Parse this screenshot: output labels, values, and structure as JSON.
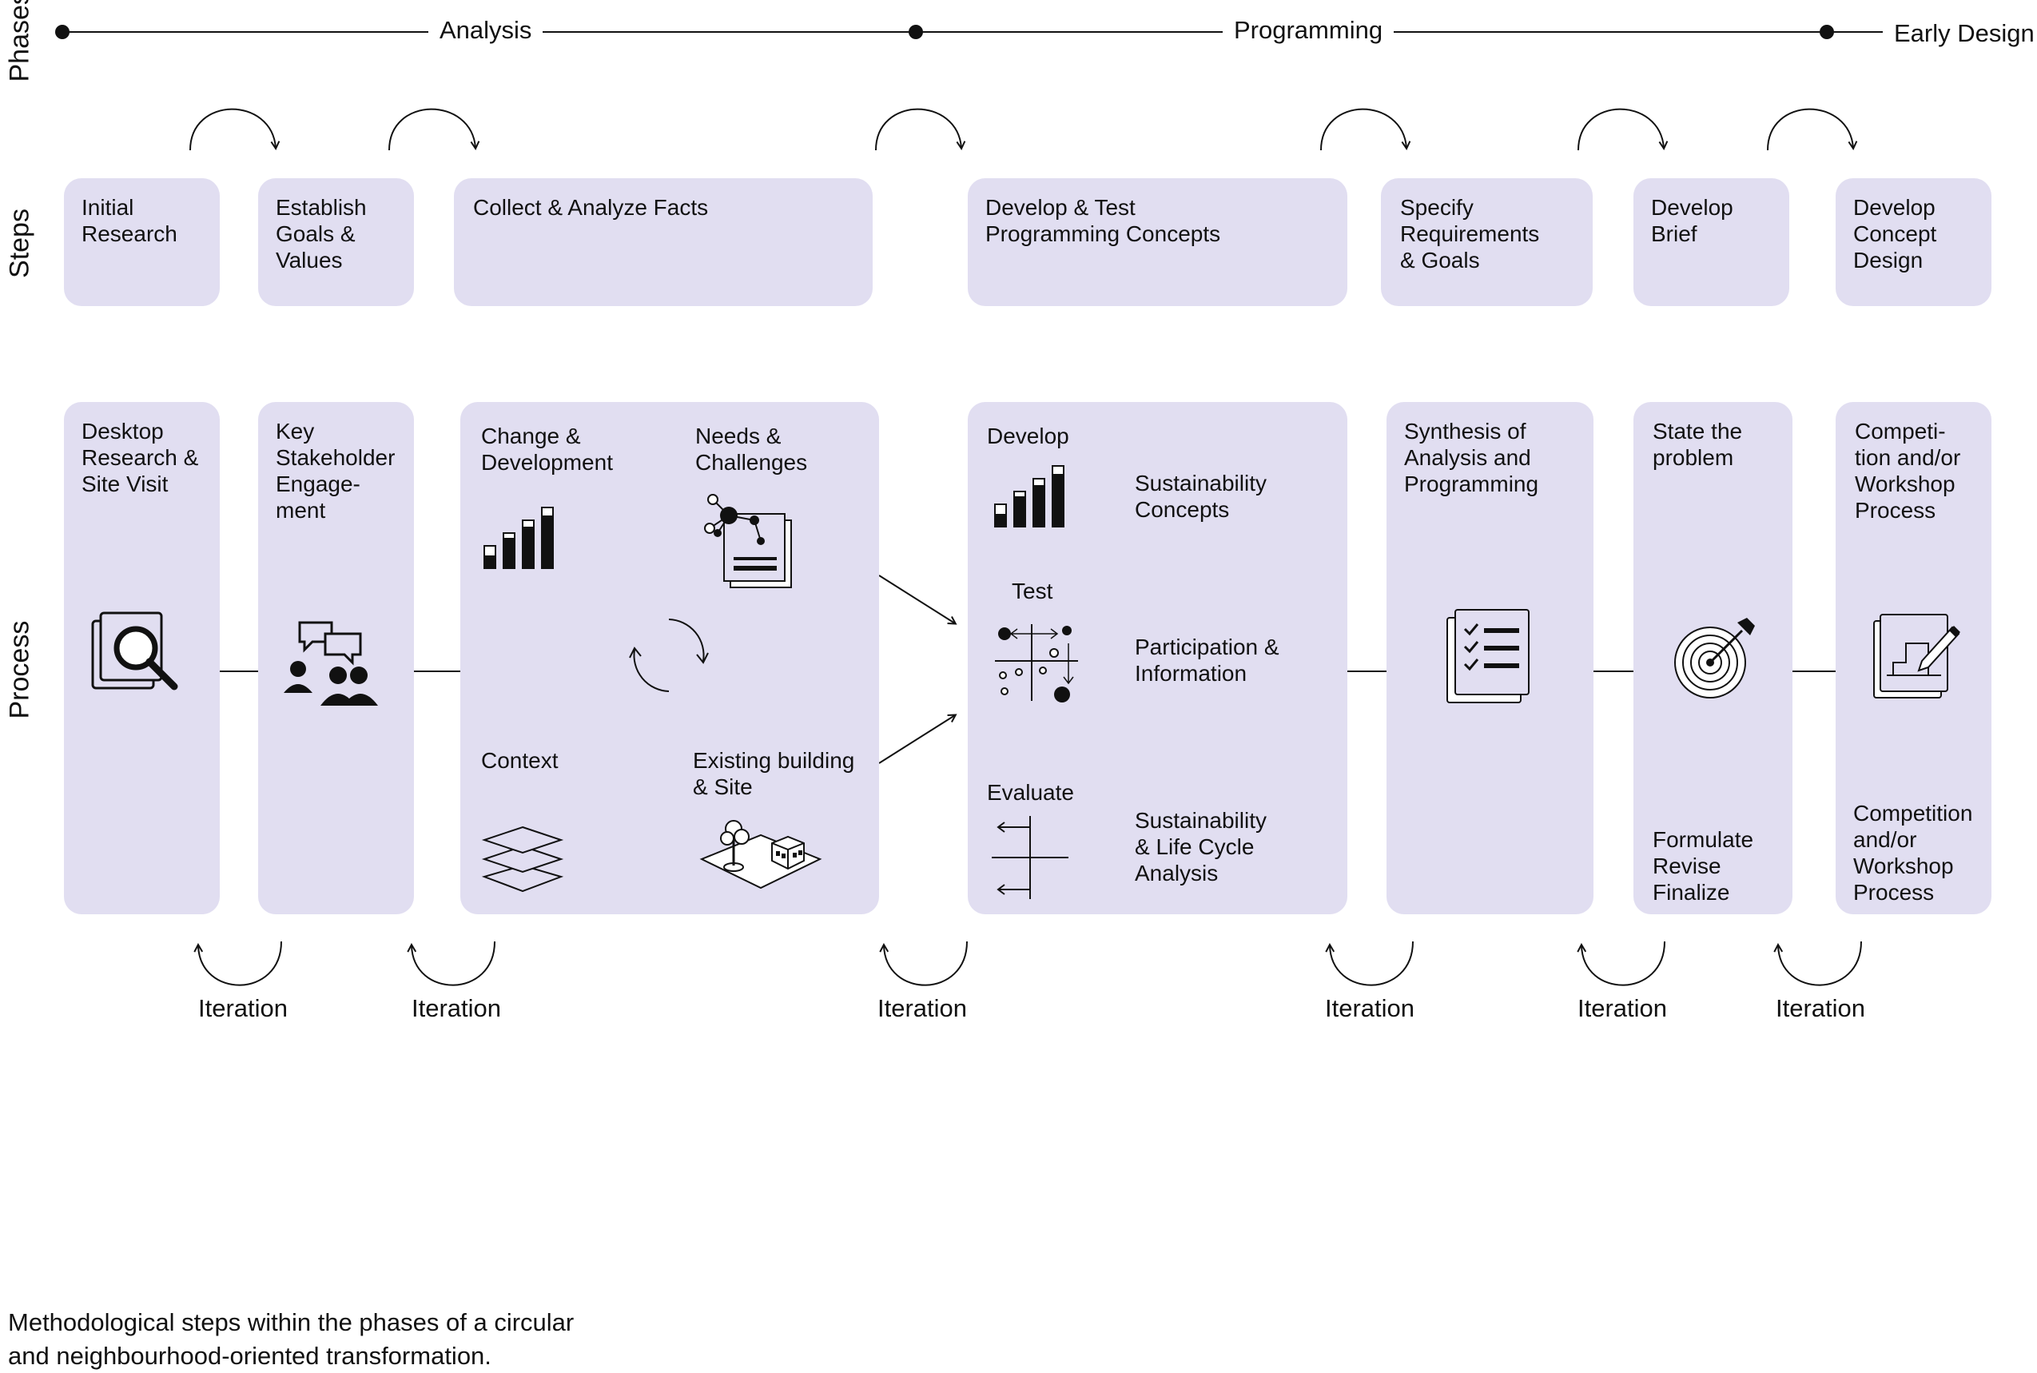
{
  "side_labels": {
    "phases": "Phases",
    "steps": "Steps",
    "process": "Process"
  },
  "phases": [
    "Analysis",
    "Programming",
    "Early Design"
  ],
  "steps": [
    "Initial\nResearch",
    "Establish\nGoals &\nValues",
    "Collect & Analyze Facts",
    "Develop & Test\nProgramming Concepts",
    "Specify\nRequirements\n& Goals",
    "Develop\nBrief",
    "Develop\nConcept\nDesign"
  ],
  "process": {
    "desktop": "Desktop\nResearch &\nSite Visit",
    "stakeholder": "Key\nStakeholder\nEngage-\nment",
    "collect": {
      "change": "Change &\nDevelopment",
      "needs": "Needs &\nChallenges",
      "context": "Context",
      "existing": "Existing building\n& Site"
    },
    "develop": {
      "develop": "Develop",
      "sustainability_concepts": "Sustainability\nConcepts",
      "test": "Test",
      "participation": "Participation &\nInformation",
      "evaluate": "Evaluate",
      "lifecycle": "Sustainability\n& Life Cycle\nAnalysis"
    },
    "synthesis": "Synthesis of\nAnalysis and\nProgramming",
    "brief": {
      "state": "State the\nproblem",
      "formulate": "Formulate\nRevise\nFinalize"
    },
    "concept": {
      "top": "Competi-\ntion and/or\nWorkshop\nProcess",
      "bottom": "Competition\nand/or\nWorkshop\nProcess"
    }
  },
  "iteration_label": "Iteration",
  "caption": "Methodological steps within the phases of a circular\nand neighbourhood-oriented transformation.",
  "colors": {
    "box": "#e1def1",
    "ink": "#111111"
  }
}
